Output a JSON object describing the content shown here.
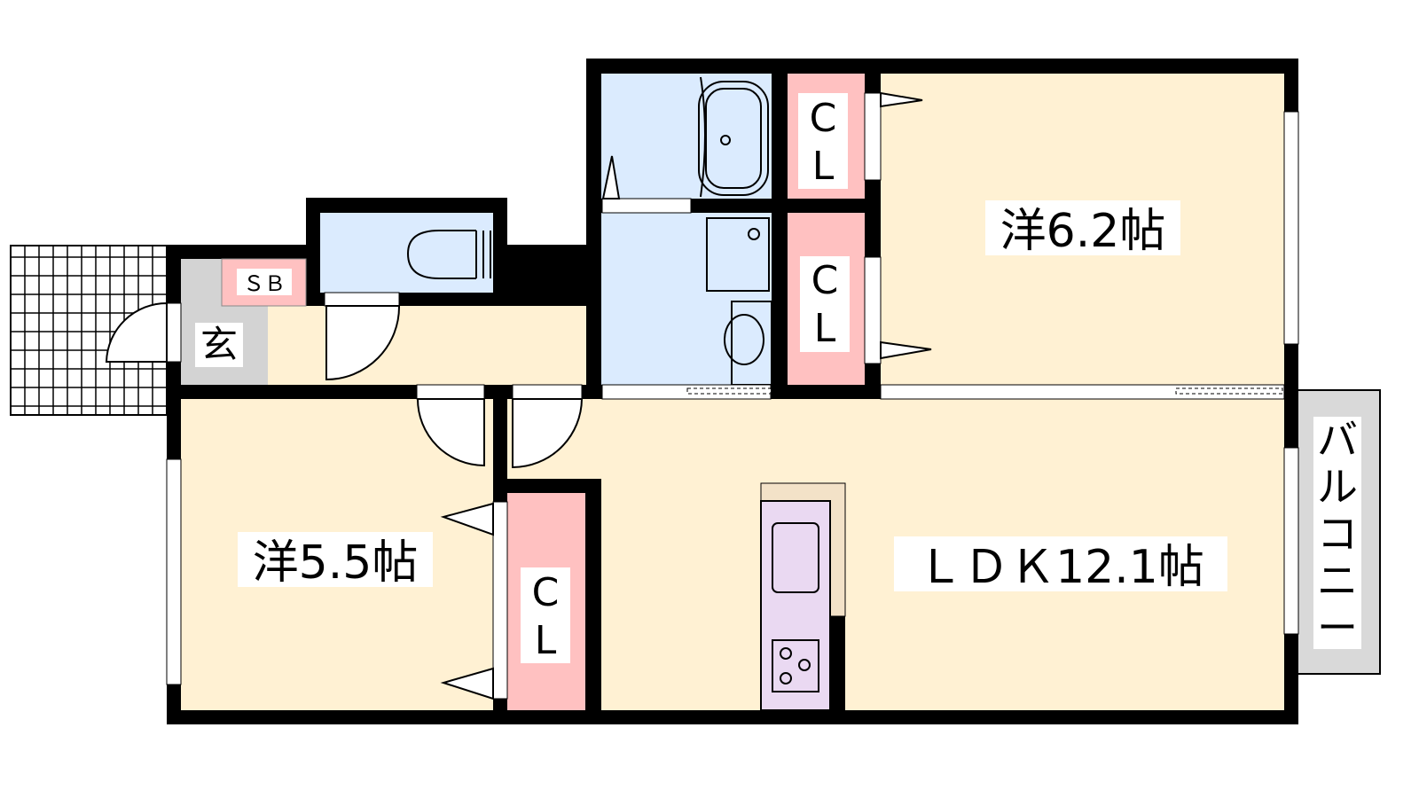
{
  "rooms": {
    "western_1": "洋6.2帖",
    "western_2": "洋5.5帖",
    "ldk": "ＬＤＫ12.1帖",
    "entrance": "玄",
    "shoe_box": "ＳＢ",
    "closet_c": "C",
    "closet_l": "L",
    "balcony": [
      "バ",
      "ル",
      "コ",
      "ニ",
      "ー"
    ]
  },
  "colors": {
    "wall": "#000000",
    "living": "#FFF1D3",
    "wet_area": "#DBEBFE",
    "closet": "#FFC1C1",
    "entrance": "#D3D3D3",
    "balcony": "#D9D9D9",
    "sink": "#EAD9F2",
    "counter": "#F3E2C8"
  }
}
